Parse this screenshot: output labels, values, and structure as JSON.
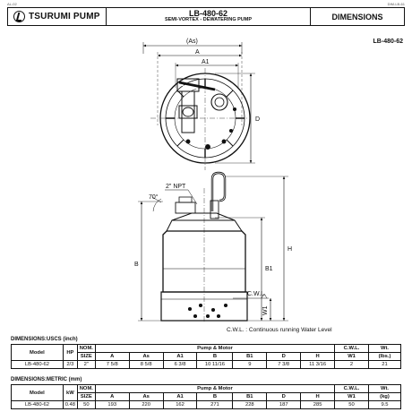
{
  "page": {
    "corner_left": "AL-02",
    "corner_right": "DIM-LB-61"
  },
  "header": {
    "brand": "TSURUMI PUMP",
    "model": "LB-480-62",
    "subtitle": "SEMI-VORTEX - DEWATERING PUMP",
    "section": "DIMENSIONS"
  },
  "model_label": "LB-480-62",
  "drawing": {
    "labels": {
      "as": "(As)",
      "a": "A",
      "a1": "A1",
      "d": "D",
      "npt": "2\" NPT",
      "angle": "70°",
      "b": "B",
      "b1": "B1",
      "h": "H",
      "cwl": "C.W.L.",
      "w1": "W1"
    },
    "cwl_note": "C.W.L. : Continuous running Water Level"
  },
  "uscs": {
    "title": "DIMENSIONS:USCS (inch)",
    "head1": [
      "Model",
      "HP",
      "NOM.",
      "Pump & Motor",
      "C.W.L.",
      "Wt."
    ],
    "head2": [
      "SIZE",
      "A",
      "As",
      "A1",
      "B",
      "B1",
      "D",
      "H",
      "W1",
      "(lbs.)"
    ],
    "row": [
      "LB-480-62",
      "2/3",
      "2\"",
      "7 5/8",
      "8 5/8",
      "6 3/8",
      "10 11/16",
      "9",
      "7 3/8",
      "11 3/16",
      "2",
      "21"
    ]
  },
  "metric": {
    "title": "DIMENSIONS:METRIC (mm)",
    "head1": [
      "Model",
      "kW",
      "NOM.",
      "Pump & Motor",
      "C.W.L.",
      "Wt."
    ],
    "head2": [
      "SIZE",
      "A",
      "As",
      "A1",
      "B",
      "B1",
      "D",
      "H",
      "W1",
      "(kg)"
    ],
    "row": [
      "LB-480-62",
      "0.48",
      "50",
      "193",
      "220",
      "162",
      "271",
      "228",
      "187",
      "285",
      "50",
      "9.5"
    ]
  }
}
